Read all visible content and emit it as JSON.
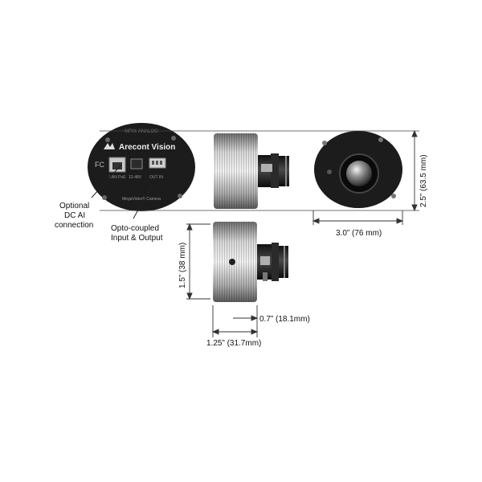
{
  "back_panel": {
    "model_text": "MPIX-ANALOG",
    "brand_text": "Arecont Vision",
    "fc_mark": "FC",
    "lan_label": "LAN PoE",
    "power_label": "12-48V",
    "io_label": "OUT  IN",
    "series_text": "MegaVideo® Camera"
  },
  "callouts": {
    "optional_line1": "Optional",
    "optional_line2": "DC AI",
    "optional_line3": "connection",
    "opto_line1": "Opto-coupled",
    "opto_line2": "Input & Output"
  },
  "dimensions": {
    "height": "2.5” (63.5 mm)",
    "width": "3.0” (76 mm)",
    "body_height": "1.5” (38 mm)",
    "lens_depth": "0.7” (18.1mm)",
    "body_depth": "1.25” (31.7mm)"
  },
  "colors": {
    "body_dark": "#1c1c1c",
    "body_silver": "#b8b8b8",
    "line": "#333333"
  }
}
